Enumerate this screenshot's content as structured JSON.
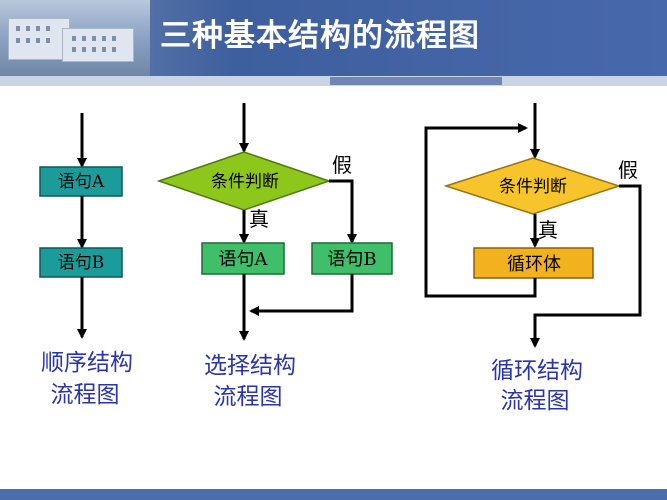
{
  "title": "三种基本结构的流程图",
  "colors": {
    "header_blue": "#4768ab",
    "teal_box": "#1b9c9b",
    "green_box": "#3fbf6a",
    "diamond_green": "#8ec71b",
    "diamond_yellow": "#f7c52b",
    "loop_box": "#f2b21e",
    "caption": "#2a35a8"
  },
  "sequence": {
    "box_a": "语句A",
    "box_b": "语句B",
    "caption_line1": "顺序结构",
    "caption_line2": "流程图"
  },
  "selection": {
    "condition": "条件判断",
    "true_label": "真",
    "false_label": "假",
    "box_a": "语句A",
    "box_b": "语句B",
    "caption_line1": "选择结构",
    "caption_line2": "流程图"
  },
  "loop": {
    "condition": "条件判断",
    "true_label": "真",
    "false_label": "假",
    "body": "循环体",
    "caption_line1": "循环结构",
    "caption_line2": "流程图"
  }
}
